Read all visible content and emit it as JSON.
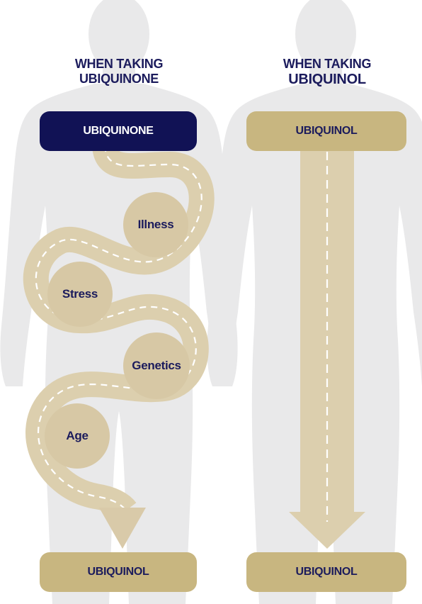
{
  "left_column": {
    "heading_line1": "WHEN TAKING",
    "heading_line2": "UBIQUINONE",
    "top_label": "UBIQUINONE",
    "bottom_label": "UBIQUINOL"
  },
  "right_column": {
    "heading_line1": "WHEN TAKING",
    "heading_line2": "UBIQUINOL",
    "top_label": "UBIQUINOL",
    "bottom_label": "UBIQUINOL"
  },
  "factors": {
    "illness": "Illness",
    "stress": "Stress",
    "genetics": "Genetics",
    "age": "Age"
  },
  "colors": {
    "navy": "#111255",
    "tan": "#c8b680",
    "light_tan": "#d7c8a5",
    "silhouette": "#e9e9ea",
    "heading": "#1b1b5c"
  },
  "background_figures": [
    "human-silhouette",
    "human-silhouette"
  ]
}
